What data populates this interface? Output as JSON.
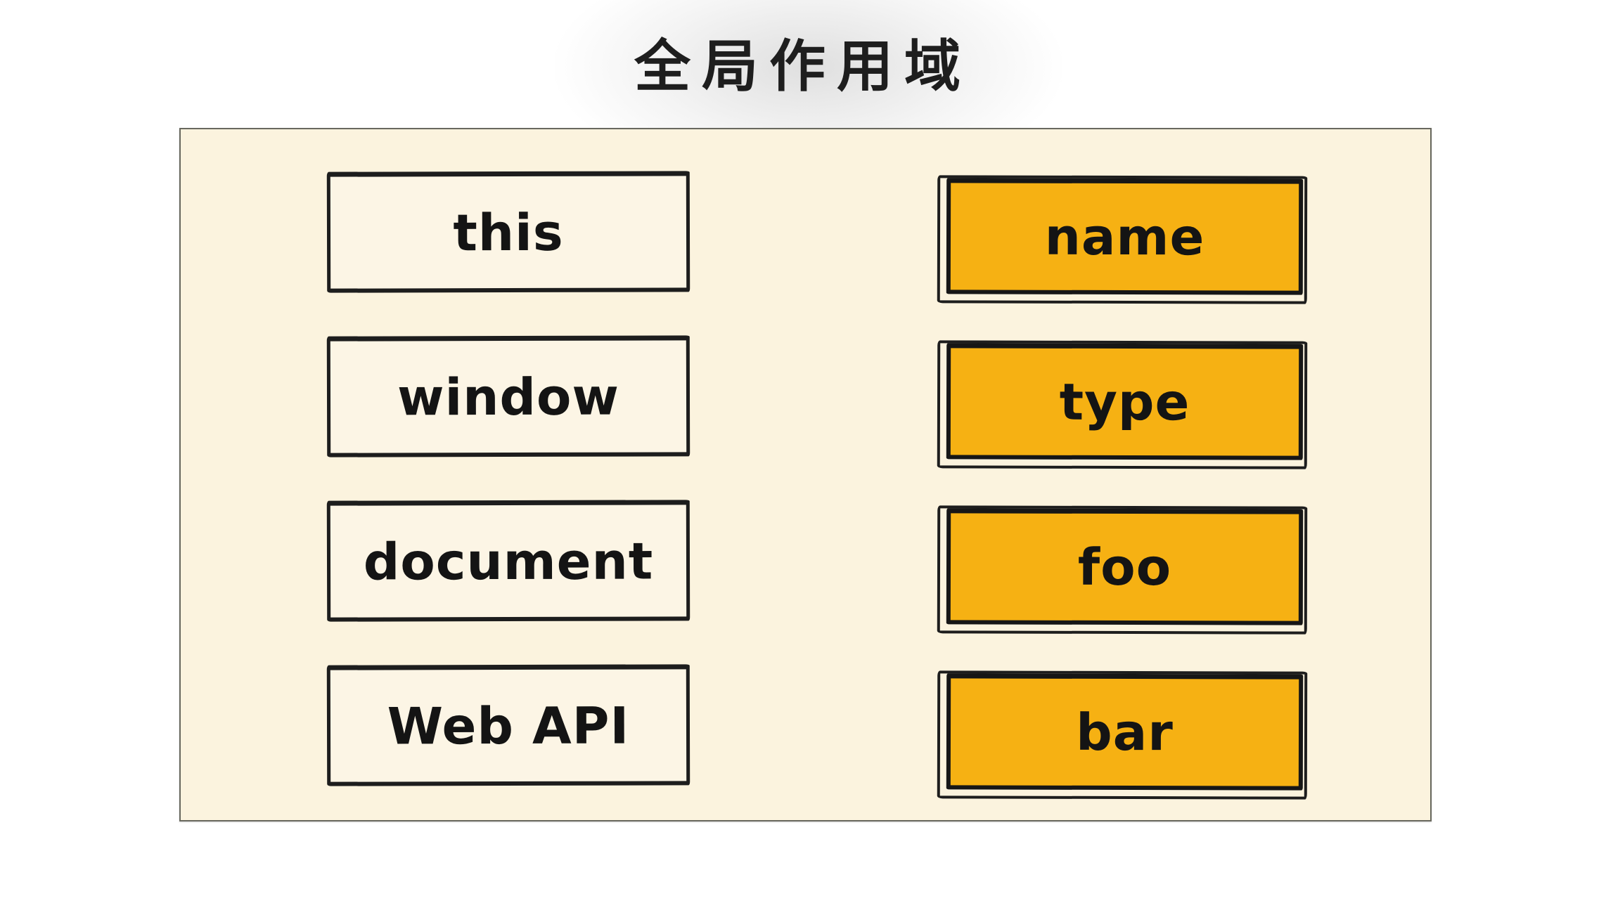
{
  "title": "全局作用域",
  "scope": {
    "globals": [
      "this",
      "window",
      "document",
      "Web API"
    ],
    "variables": [
      "name",
      "type",
      "foo",
      "bar"
    ]
  },
  "colors": {
    "page_background": "#FFFFFF",
    "scope_background": "#FBF3DE",
    "plain_box_background": "#FCF5E5",
    "variable_box_background": "#F6B113",
    "stroke": "#1D1D1D",
    "scope_border": "#68685E",
    "title_color": "#1E1E1E"
  }
}
